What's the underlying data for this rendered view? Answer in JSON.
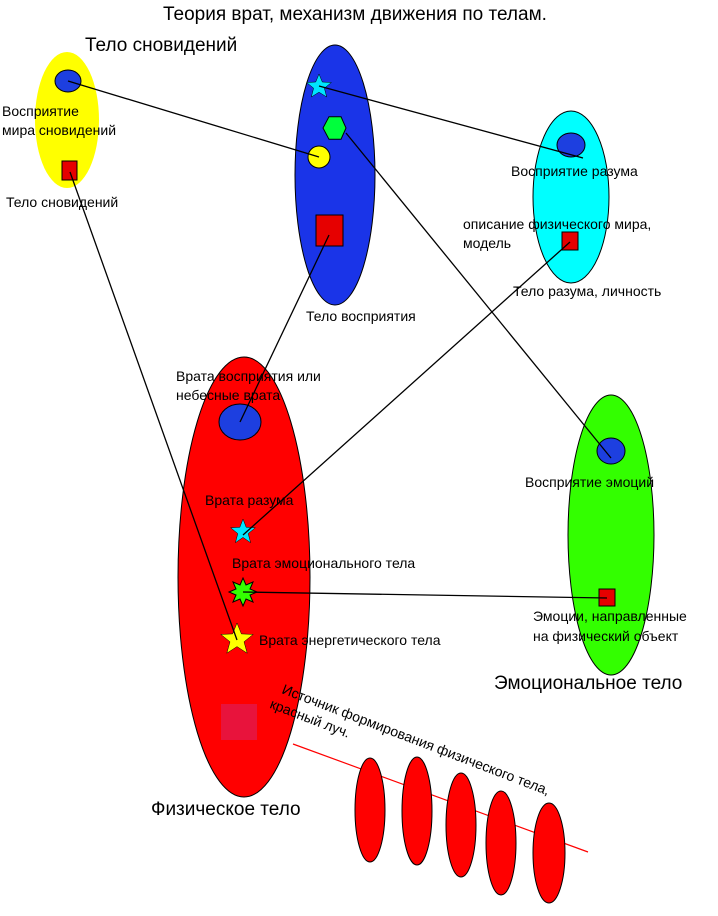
{
  "title": "Теория врат, механизм движения по телам.",
  "colors": {
    "yellow": "#ffff00",
    "blue": "#1a34e8",
    "cyan": "#00ffff",
    "red": "#ff0000",
    "green": "#33ff00",
    "node_blue": "#1d3fe0",
    "square_red": "#e60000",
    "crimson": "#e8133c"
  },
  "bodies": {
    "dream": {
      "heading": "Тело сновидений",
      "perception_line1": "Восприятие",
      "perception_line2": "мира сновидений",
      "body_label": "Тело сновидений"
    },
    "perception": {
      "body_label": "Тело восприятия"
    },
    "mind": {
      "perception_label": "Восприятие разума",
      "model_line1": "описание физического мира,",
      "model_line2": "модель",
      "body_label": "Тело разума, личность"
    },
    "emotional": {
      "perception_label": "Восприятие эмоций",
      "object_line1": "Эмоции, направленные",
      "object_line2": "на физический объект",
      "heading": "Эмоциональное тело"
    },
    "physical": {
      "gate_perception_line1": "Врата восприятия или",
      "gate_perception_line2": "небесные врата",
      "gate_mind": "Врата разума",
      "gate_emotional": "Врата эмоционального тела",
      "gate_energy": "Врата энергетического тела",
      "heading": "Физическое тело"
    }
  },
  "source": {
    "line1": "Источник формирования физического тела,",
    "line2": "красный луч."
  },
  "icons": [
    "star-icon",
    "hexagon-icon",
    "burst-star-icon"
  ]
}
